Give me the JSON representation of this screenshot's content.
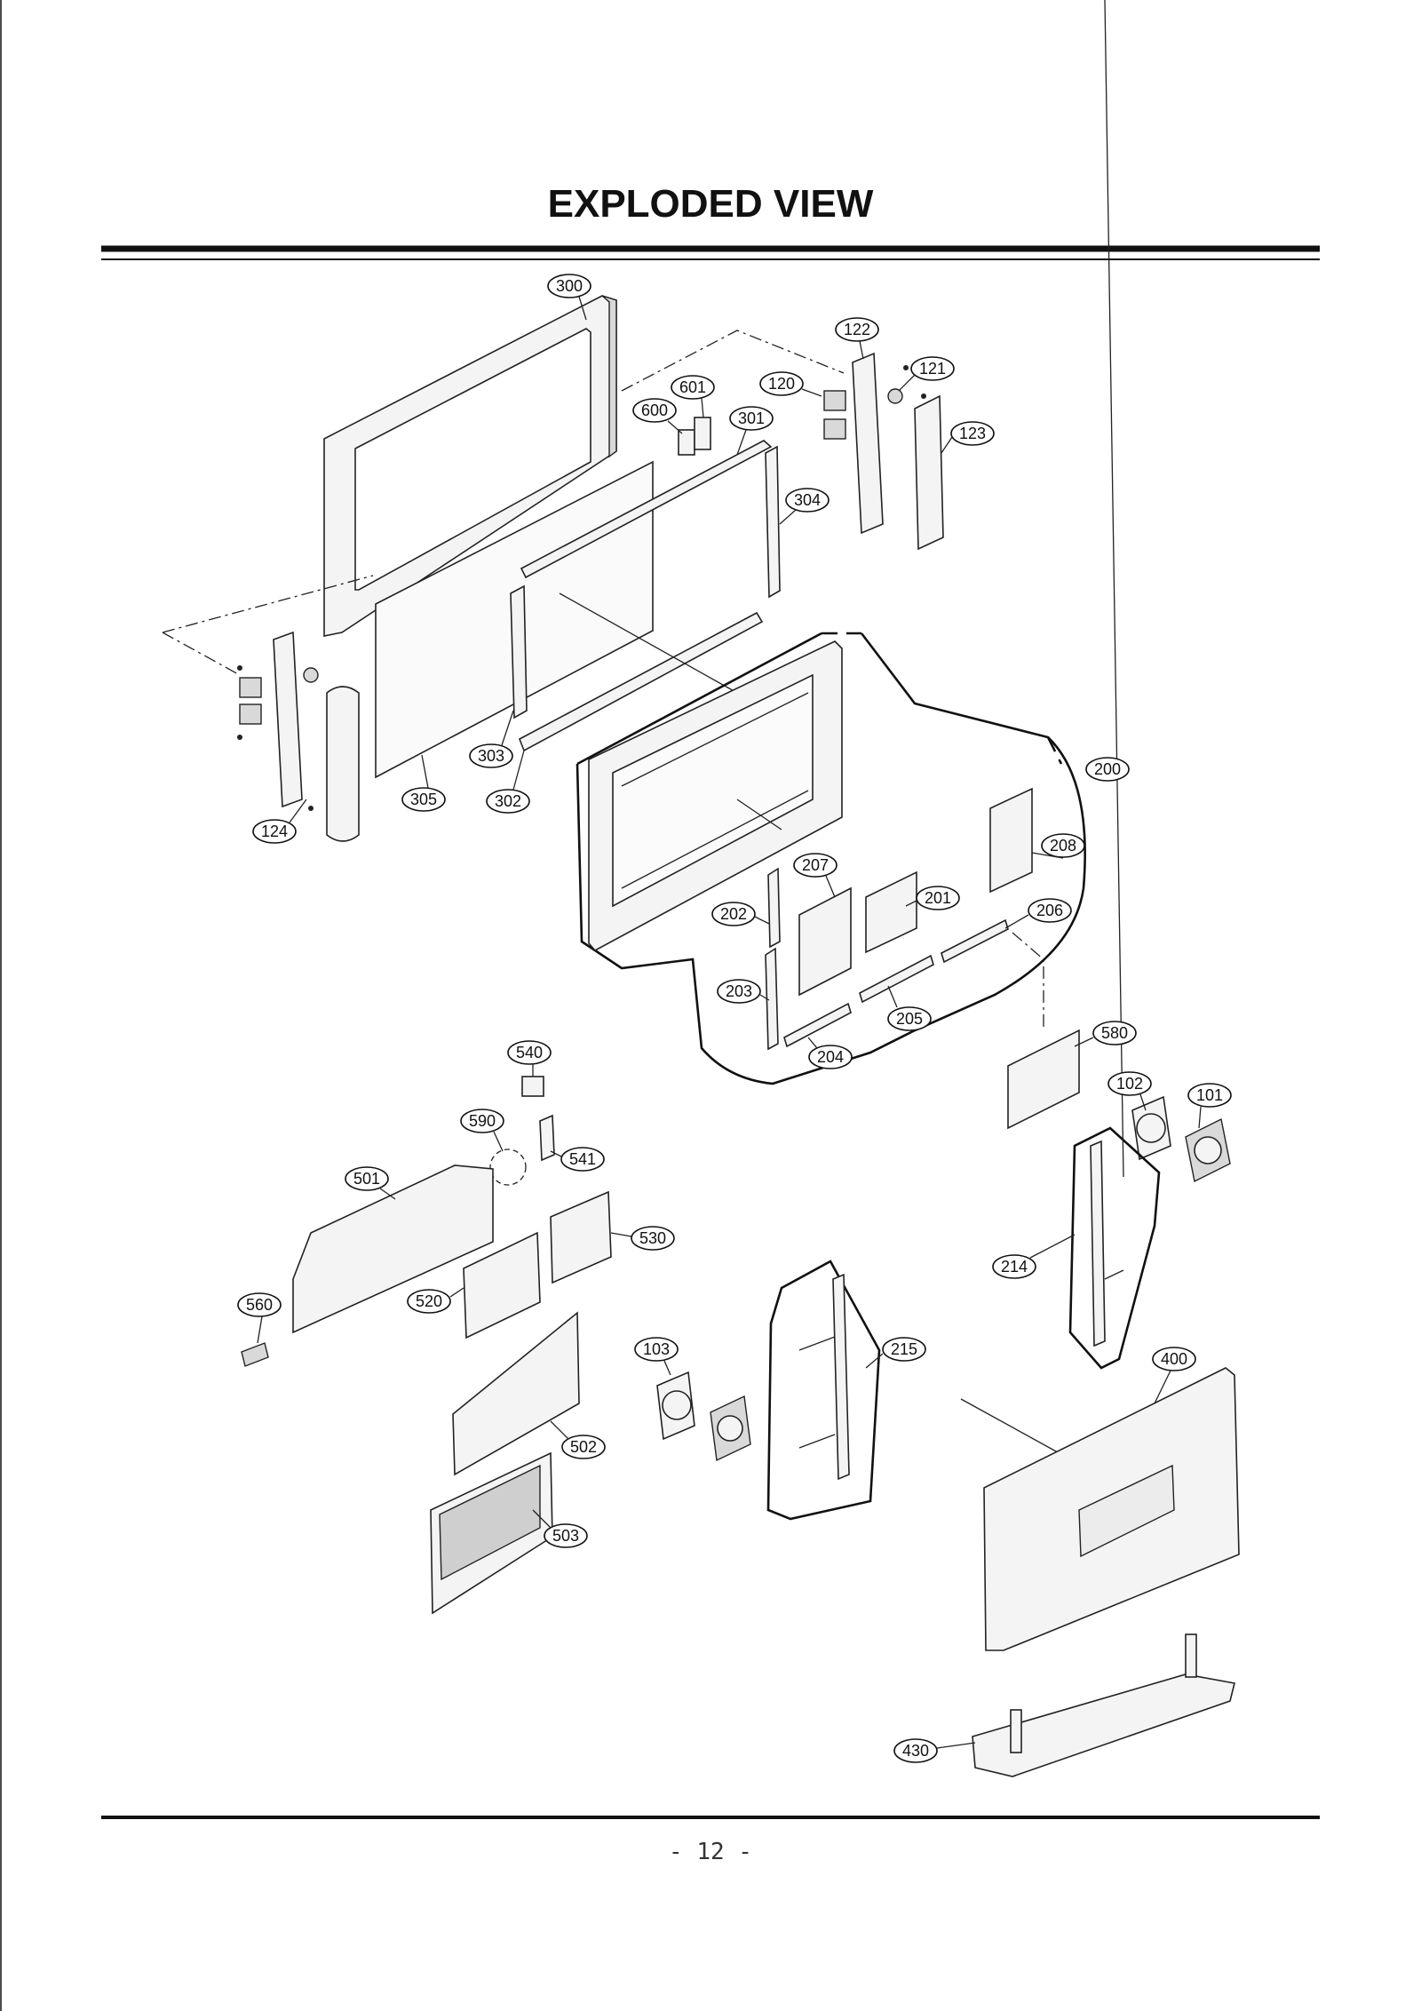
{
  "title": "EXPLODED VIEW",
  "page_number": "- 12 -",
  "part_labels": [
    "300",
    "122",
    "121",
    "601",
    "120",
    "600",
    "301",
    "123",
    "304",
    "124",
    "305",
    "303",
    "302",
    "200",
    "208",
    "207",
    "201",
    "206",
    "202",
    "203",
    "205",
    "204",
    "580",
    "102",
    "101",
    "540",
    "590",
    "541",
    "501",
    "530",
    "214",
    "560",
    "520",
    "103",
    "215",
    "400",
    "502",
    "503",
    "430"
  ],
  "colors": {
    "ink": "#111111",
    "paper": "#ffffff",
    "part_fill": "#f4f4f4"
  }
}
